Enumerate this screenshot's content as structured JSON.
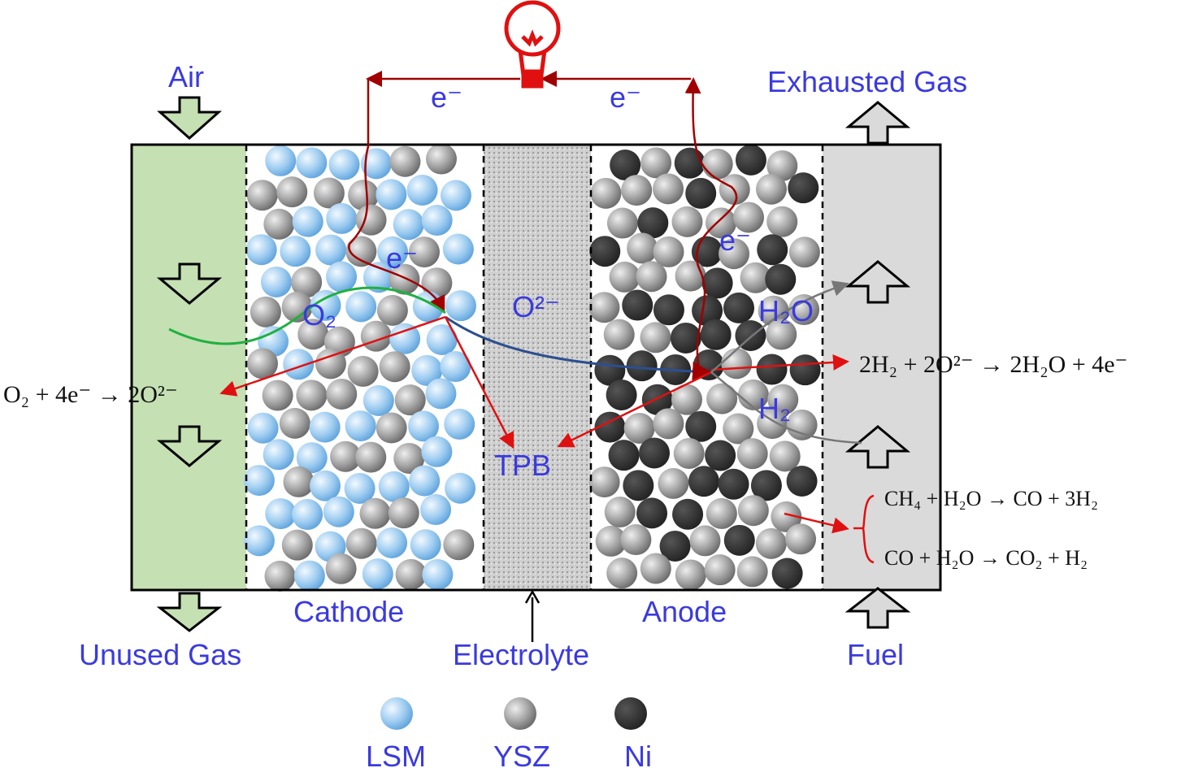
{
  "labels": {
    "air": "Air",
    "exhausted_gas": "Exhausted Gas",
    "unused_gas": "Unused Gas",
    "fuel": "Fuel",
    "cathode": "Cathode",
    "electrolyte": "Electrolyte",
    "anode": "Anode",
    "electron_left": "e⁻",
    "electron_right": "e⁻",
    "electron_cathode": "e⁻",
    "electron_anode": "e⁻",
    "o2": "O₂",
    "oxide_ion": "O²⁻",
    "h2o": "H₂O",
    "h2": "H₂",
    "tpb": "TPB"
  },
  "equations": {
    "cathode_reaction": "O₂ + 4e⁻ → 2O²⁻",
    "anode_reaction": "2H₂ + 2O²⁻ → 2H₂O + 4e⁻",
    "reforming": "CH₄ + H₂O → CO + 3H₂",
    "water_gas_shift": "CO + H₂O → CO₂ + H₂"
  },
  "legend": [
    {
      "label": "LSM",
      "color": "#8ec3ee"
    },
    {
      "label": "YSZ",
      "color": "#9a9a9a"
    },
    {
      "label": "Ni",
      "color": "#333333"
    }
  ],
  "colors": {
    "air_channel": "#c5e0b3",
    "fuel_channel": "#dadada",
    "circuit": "#b00000",
    "label": "#3a3ae0"
  }
}
